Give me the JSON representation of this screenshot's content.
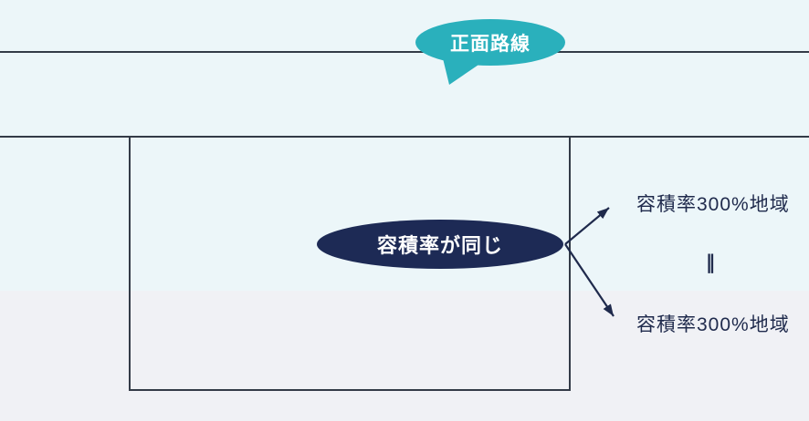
{
  "colors": {
    "bg_upper_zone": "#ecf6f9",
    "bg_lower_zone": "#f0f1f5",
    "road_line": "#333b47",
    "bubble_teal": "#2ab0bc",
    "ellipse_navy": "#1d2a55",
    "label_text": "#1f2a4c",
    "callout_text": "#ffffff"
  },
  "callouts": {
    "front_road": {
      "label": "正面路線"
    },
    "same_far": {
      "label": "容積率が同じ"
    }
  },
  "zones": {
    "upper_label": "容積率300%地域",
    "equal_mark": "‖",
    "lower_label": "容積率300%地域"
  }
}
